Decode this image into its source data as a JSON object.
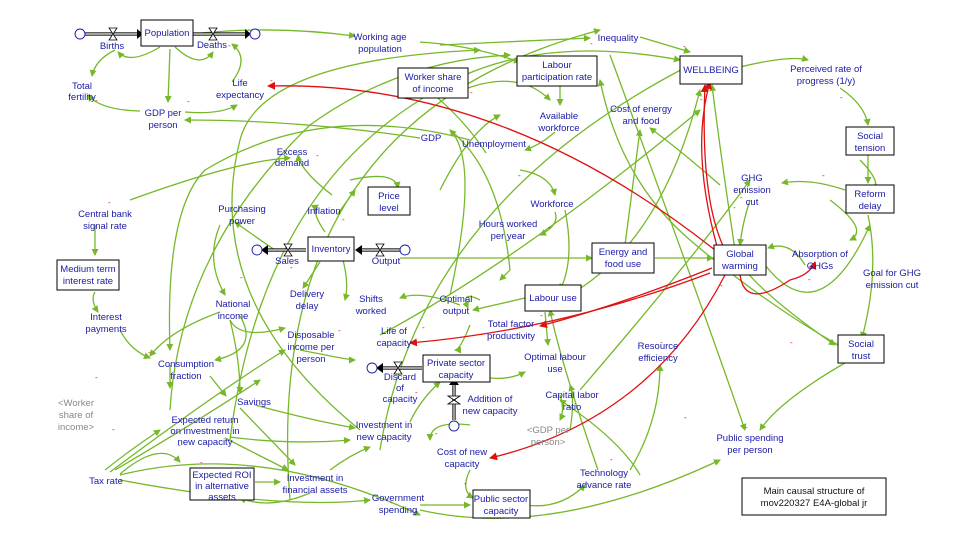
{
  "diagram": {
    "note": [
      "Main causal structure of",
      "mov220327 E4A-global jr"
    ],
    "stocks": {
      "population": [
        "Population"
      ],
      "worker_share": [
        "Worker share",
        "of income"
      ],
      "labour_participation": [
        "Labour",
        "participation rate"
      ],
      "wellbeing": [
        "WELLBEING"
      ],
      "social_tension": [
        "Social",
        "tension"
      ],
      "reform_delay": [
        "Reform",
        "delay"
      ],
      "price_level": [
        "Price",
        "level"
      ],
      "inventory": [
        "Inventory"
      ],
      "medium_term_rate": [
        "Medium term",
        "interest rate"
      ],
      "energy_food_use": [
        "Energy and",
        "food use"
      ],
      "global_warming": [
        "Global",
        "warming"
      ],
      "labour_use": [
        "Labour use"
      ],
      "private_capacity": [
        "Private sector",
        "capacity"
      ],
      "social_trust": [
        "Social",
        "trust"
      ],
      "expected_roi_alt": [
        "Expected ROI",
        "in alternative",
        "assets"
      ],
      "public_capacity": [
        "Public sector",
        "capacity"
      ]
    },
    "variables": {
      "births": [
        "Births"
      ],
      "deaths": [
        "Deaths"
      ],
      "working_age": [
        "Working age",
        "population"
      ],
      "inequality": [
        "Inequality"
      ],
      "total_fertility": [
        "Total",
        "fertility"
      ],
      "life_expectancy": [
        "Life",
        "expectancy"
      ],
      "gdp_per_person": [
        "GDP per",
        "person"
      ],
      "available_workforce": [
        "Available",
        "workforce"
      ],
      "perceived_progress": [
        "Perceived rate of",
        "progress (1/y)"
      ],
      "cost_energy_food": [
        "Cost of energy",
        "and food"
      ],
      "gdp": [
        "GDP"
      ],
      "unemployment": [
        "Unemployment"
      ],
      "excess_demand": [
        "Excess",
        "demand"
      ],
      "inflation": [
        "Inflation"
      ],
      "ghg_cut": [
        "GHG",
        "emission",
        "cut"
      ],
      "purchasing_power": [
        "Purchasing",
        "power"
      ],
      "central_bank_rate": [
        "Central bank",
        "signal rate"
      ],
      "workforce": [
        "Workforce"
      ],
      "hours_worked": [
        "Hours worked",
        "per year"
      ],
      "sales": [
        "Sales"
      ],
      "output": [
        "Output"
      ],
      "absorption_ghg": [
        "Absorption of",
        "GHGs"
      ],
      "goal_ghg": [
        "Goal for GHG",
        "emission cut"
      ],
      "delivery_delay": [
        "Delivery",
        "delay"
      ],
      "shifts_worked": [
        "Shifts",
        "worked"
      ],
      "national_income": [
        "National",
        "income"
      ],
      "optimal_output": [
        "Optimal",
        "output"
      ],
      "interest_payments": [
        "Interest",
        "payments"
      ],
      "total_factor_productivity": [
        "Total factor",
        "productivity"
      ],
      "disposable_income": [
        "Disposable",
        "income per",
        "person"
      ],
      "life_of_capacity": [
        "Life of",
        "capacity"
      ],
      "resource_efficiency": [
        "Resource",
        "efficiency"
      ],
      "optimal_labour_use": [
        "Optimal labour",
        "use"
      ],
      "consumption_fraction": [
        "Consumption",
        "fraction"
      ],
      "discard_capacity": [
        "Discard",
        "of",
        "capacity"
      ],
      "savings": [
        "Savings"
      ],
      "addition_capacity": [
        "Addition of",
        "new capacity"
      ],
      "capital_labor_ratio": [
        "Capital labor",
        "ratio"
      ],
      "expected_return": [
        "Expected return",
        "on investment in",
        "new capacity"
      ],
      "investment_new_capacity": [
        "Investment in",
        "new capacity"
      ],
      "public_spending": [
        "Public spending",
        "per person"
      ],
      "cost_new_capacity": [
        "Cost of new",
        "capacity"
      ],
      "tax_rate": [
        "Tax rate"
      ],
      "investment_financial": [
        "Investment in",
        "financial assets"
      ],
      "technology_advance": [
        "Technology",
        "advance rate"
      ],
      "government_spending": [
        "Government",
        "spending"
      ]
    },
    "shadows": {
      "worker_share_shadow": [
        "<Worker",
        "share of",
        "income>"
      ],
      "gdp_per_person_shadow": [
        "<GDP per",
        "person>"
      ]
    },
    "polarity": "-"
  }
}
